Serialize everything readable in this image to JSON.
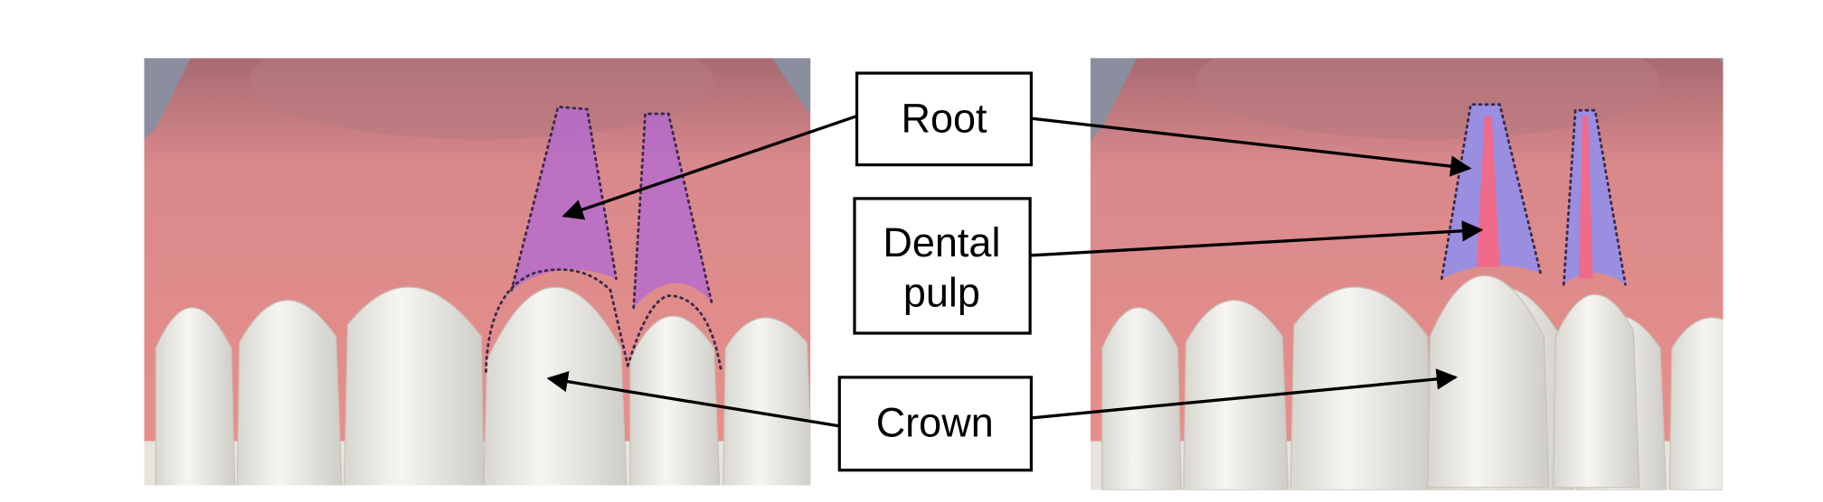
{
  "labels": {
    "root": "Root",
    "pulp_line1": "Dental",
    "pulp_line2": "pulp",
    "crown": "Crown"
  },
  "colors": {
    "gum": "#d98a8a",
    "tooth": "#f1efe9",
    "root_overlay": "#b46ad0",
    "xray_strip": "#7d8480",
    "pulp": "#f06a8a",
    "root_xray": "#9a8ee0"
  }
}
